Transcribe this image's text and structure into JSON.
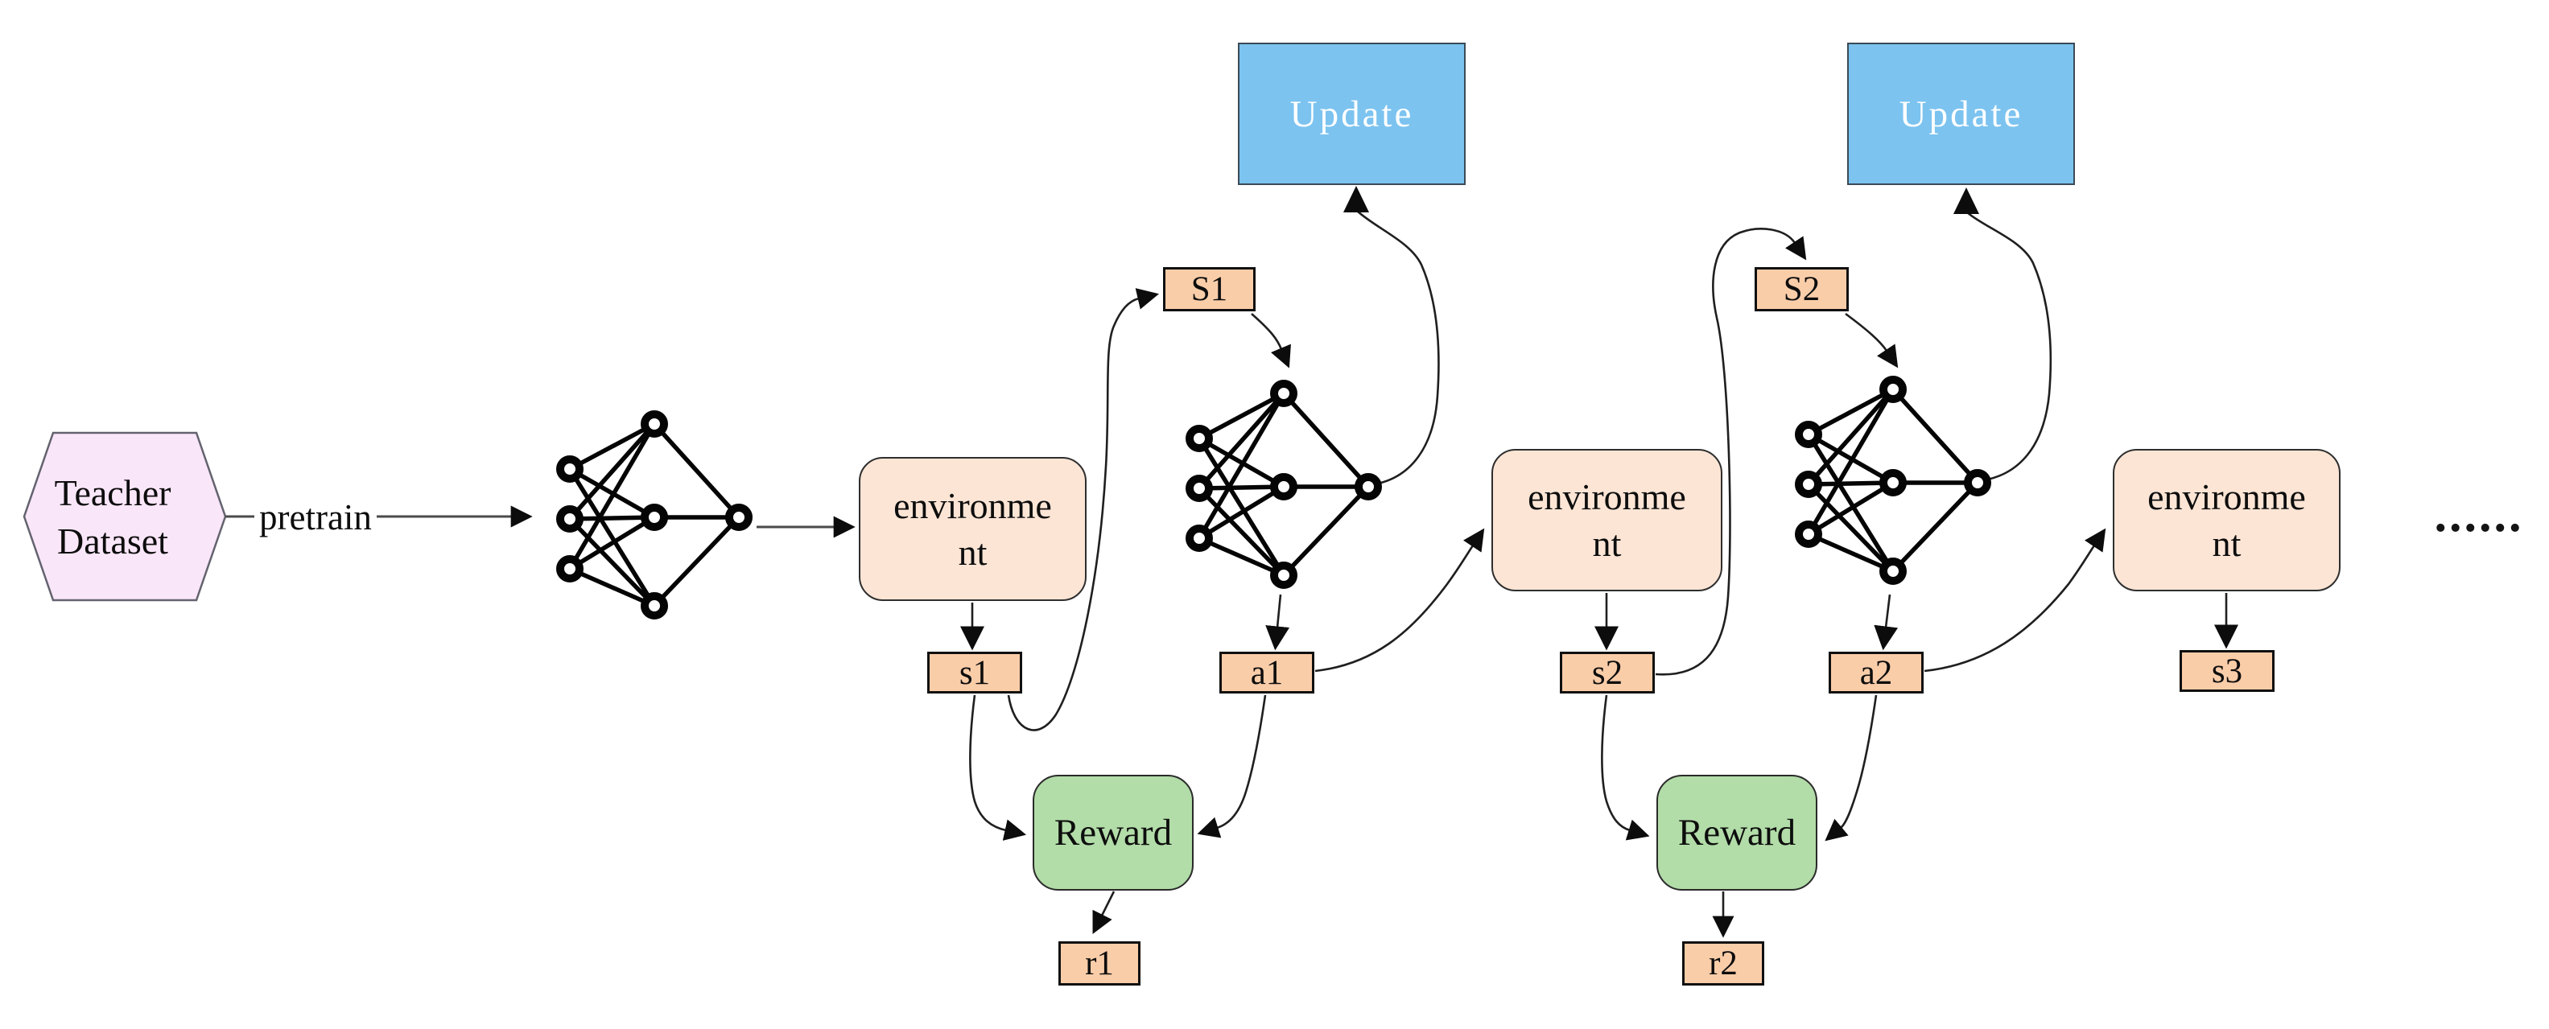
{
  "diagram_type": "reinforcement-learning-training-pipeline",
  "colors": {
    "background": "#ffffff",
    "teacher_fill": "#fae6f9",
    "teacher_border": "#63636f",
    "environment_fill": "#fce5d5",
    "state_chip_fill": "#facda9",
    "update_fill": "#7cc3f0",
    "update_text": "#ffffff",
    "reward_fill": "#b2dca8",
    "connector": "#1f1f1f"
  },
  "nodes": {
    "teacher_dataset": "Teacher Dataset",
    "pretrain": "pretrain",
    "environment1": {
      "line1": "environme",
      "line2": "nt"
    },
    "environment2": {
      "line1": "environme",
      "line2": "nt"
    },
    "environment3": {
      "line1": "environme",
      "line2": "nt"
    },
    "update1": "Update",
    "update2": "Update",
    "reward1": "Reward",
    "reward2": "Reward",
    "s1": "s1",
    "S1_cap": "S1",
    "a1": "a1",
    "r1": "r1",
    "s2": "s2",
    "S2_cap": "S2",
    "a2": "a2",
    "r2": "r2",
    "s3": "s3",
    "ellipsis": "......"
  }
}
